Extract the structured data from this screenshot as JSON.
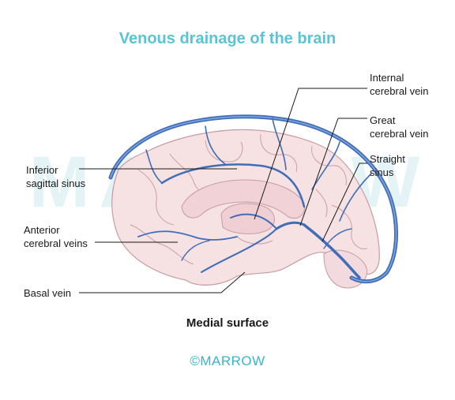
{
  "title": "Venous drainage of the brain",
  "subtitle": "Medial surface",
  "brand": "©MARROW",
  "watermark": "MARROW",
  "labels": {
    "internal_cerebral_vein": "Internal\ncerebral vein",
    "great_cerebral_vein": "Great\ncerebral vein",
    "straight_sinus": "Straight\nsinus",
    "inferior_sagittal_sinus": "Inferior\nsagittal sinus",
    "anterior_cerebral_veins": "Anterior\ncerebral veins",
    "basal_vein": "Basal vein"
  },
  "colors": {
    "title": "#5bc3d6",
    "vein": "#3f6db8",
    "vein_light": "#7ea4dd",
    "brain_fill": "#f6e1e3",
    "brain_line": "#c79ba3",
    "watermark": "#e3f3f6"
  }
}
